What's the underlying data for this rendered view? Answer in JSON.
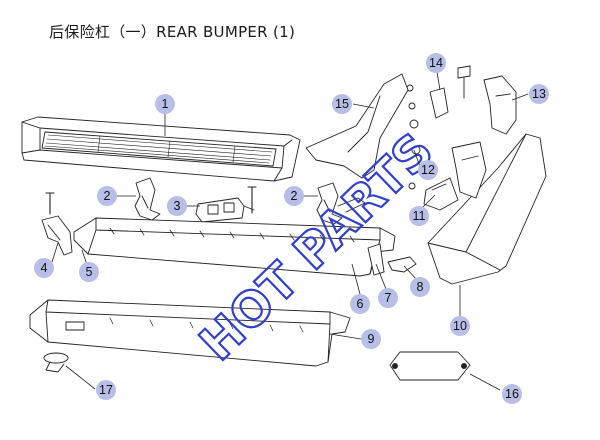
{
  "title": "后保险杠（一）REAR BUMPER (1)",
  "watermark": "HOT PARTS",
  "colors": {
    "callout": "#b7bfe8",
    "line": "#222222",
    "watermark": "#2f3fd0"
  },
  "callouts": [
    "1",
    "2",
    "3",
    "2",
    "4",
    "5",
    "6",
    "7",
    "8",
    "9",
    "10",
    "11",
    "12",
    "13",
    "14",
    "15",
    "16",
    "17"
  ]
}
